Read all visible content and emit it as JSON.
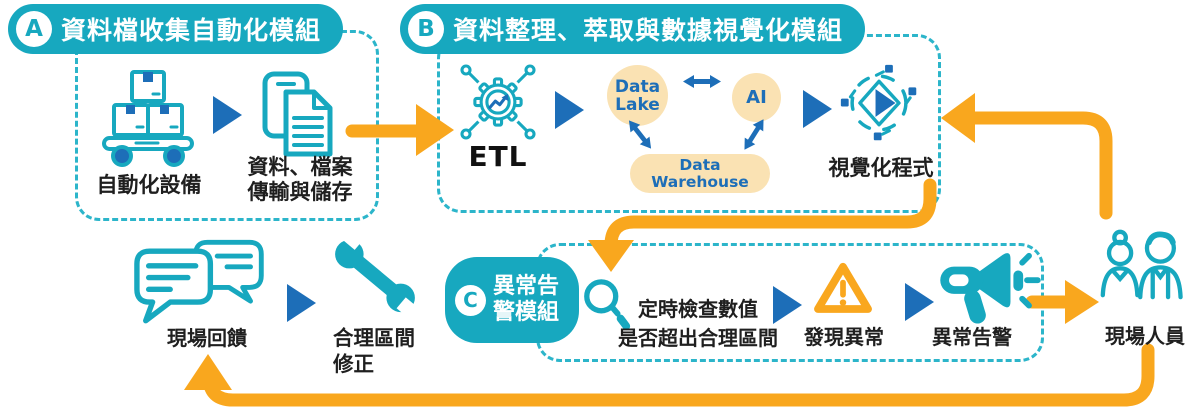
{
  "colors": {
    "teal": "#17A8BF",
    "teal_dashed_border": "#2CB5CA",
    "blue": "#1D6EB8",
    "orange": "#F9A71E",
    "peach": "#FAE2B3",
    "text": "#1F1F1F"
  },
  "module_a": {
    "badge": "A",
    "title": "資料檔收集自動化模組",
    "equipment_label": "自動化設備",
    "transfer_label": "資料、檔案\n傳輸與儲存"
  },
  "module_b": {
    "badge": "B",
    "title": "資料整理、萃取與數據視覺化模組",
    "etl_label": "ETL",
    "data_lake_label": "Data\nLake",
    "ai_label": "AI",
    "data_warehouse_label": "Data\nWarehouse",
    "visualization_label": "視覺化程式"
  },
  "module_c": {
    "badge": "C",
    "title": "異常告\n警模組",
    "check_label": "定時檢查數值\n是否超出合理區間",
    "anomaly_label": "發現異常",
    "alert_label": "異常告警"
  },
  "feedback_loop": {
    "personnel_label": "現場人員",
    "feedback_label": "現場回饋",
    "correction_label": "合理區間\n修正"
  }
}
